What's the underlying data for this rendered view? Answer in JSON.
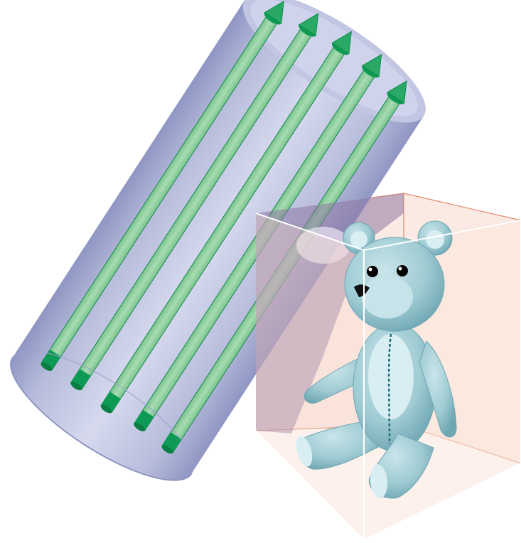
{
  "figure": {
    "colors": {
      "cylinder_body": "#b7bcdb",
      "cylinder_edge": "#8f96c3",
      "cylinder_cap": "#c7cbe6",
      "cylinder_inner": "#d2d6ee",
      "rod": "#8fcf9f",
      "rod_stroke": "#0f8a4a",
      "rod_tip": "#0c9a55",
      "box_fill": "#f9e4dc",
      "box_edge": "#e3896a",
      "box_front_edge": "#ffffff",
      "overlap": "#9b84ad",
      "bear_fur": "#9fcbd3",
      "bear_light": "#d8eef2",
      "bear_dark": "#5f9aa8",
      "bear_stitch": "#1a6a74",
      "bear_eye": "#000000"
    },
    "rod_count": 5,
    "icons": {
      "cylinder": "cylinder-shape",
      "rods": "green-rod-with-arrowhead",
      "box": "translucent-box",
      "bear": "teddy-bear"
    }
  }
}
